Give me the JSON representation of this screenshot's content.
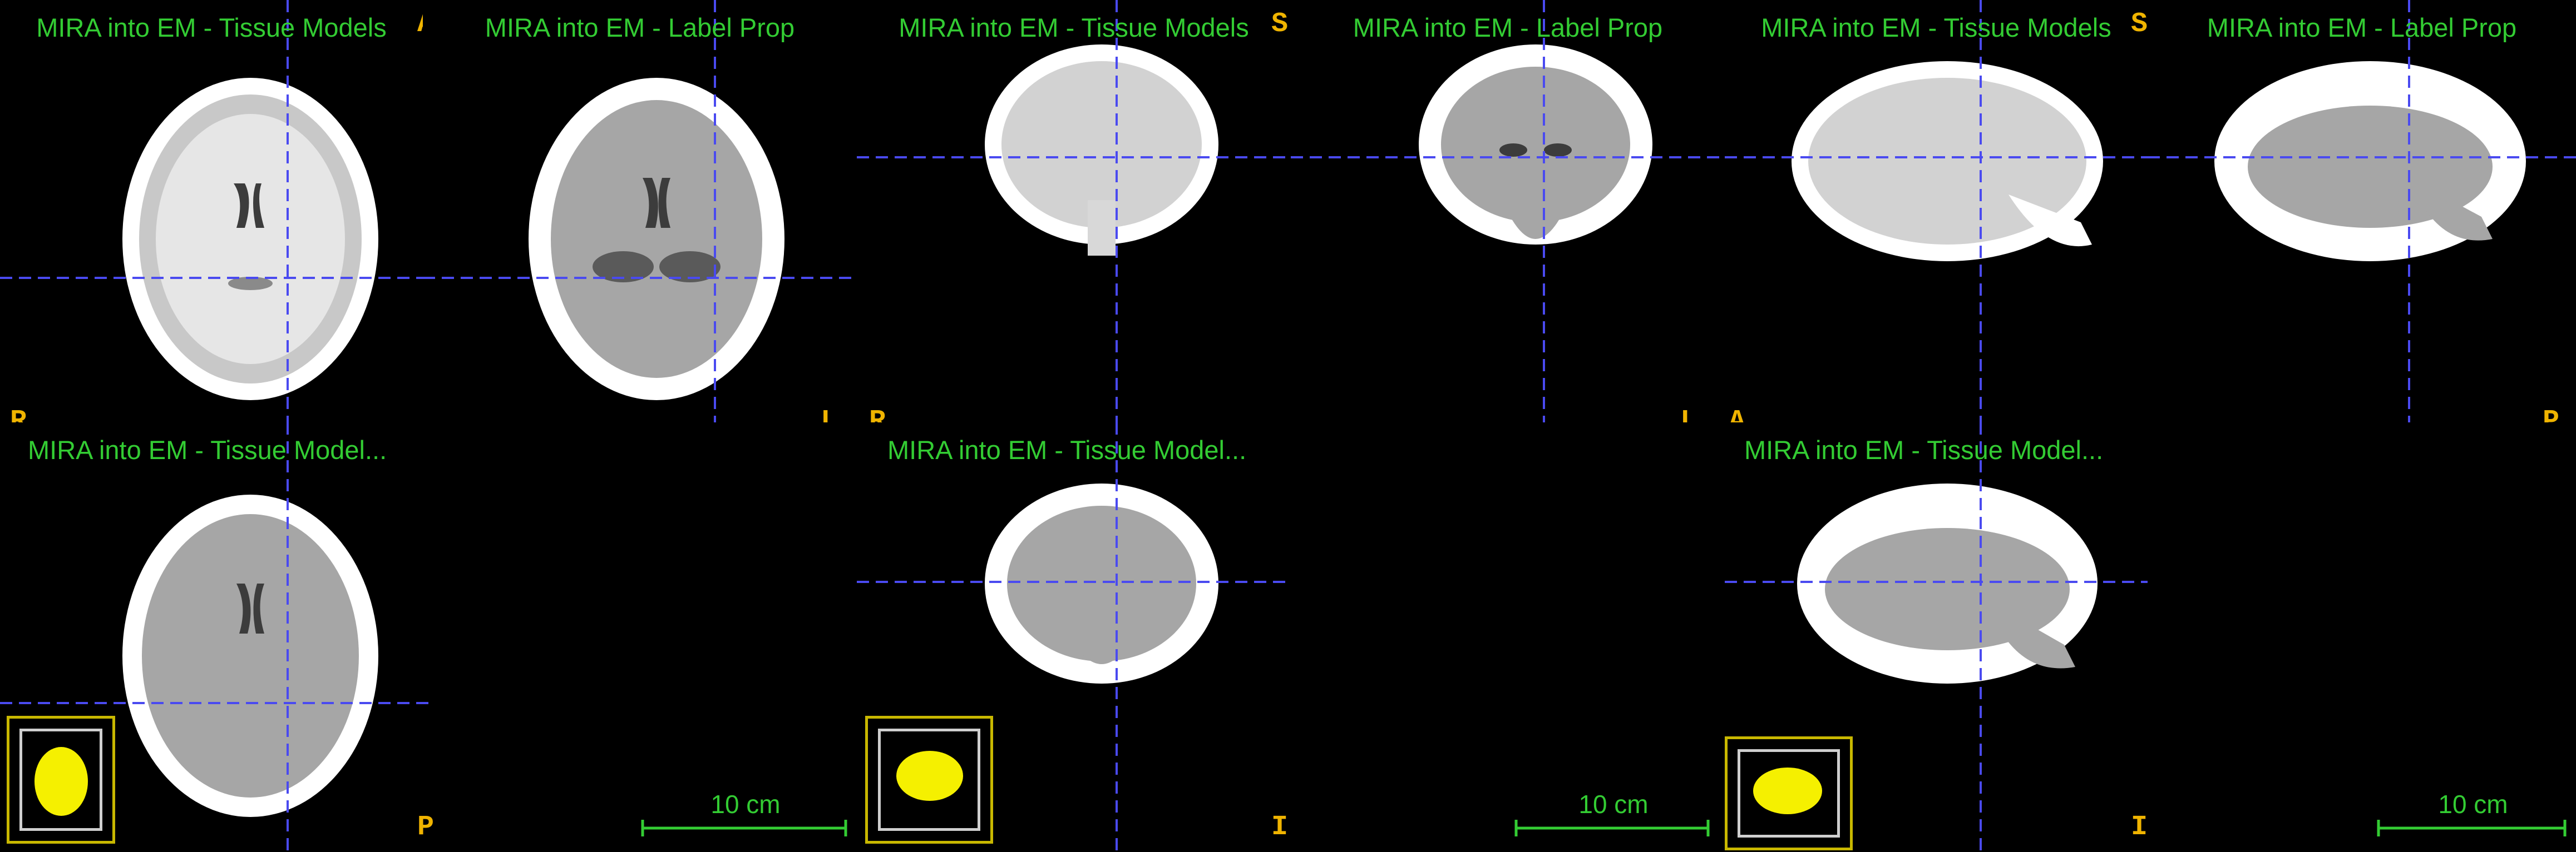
{
  "views": {
    "axial_top": {
      "title": "MIRA into EM - Tissue Models"
    },
    "axial_mid": {
      "title": "MIRA into EM - Label Prop"
    },
    "axial_bot": {
      "title": "MIRA into EM - Tissue Model..."
    },
    "coronal_top": {
      "title": "MIRA into EM - Tissue Models"
    },
    "coronal_mid": {
      "title": "MIRA into EM - Label Prop"
    },
    "coronal_bot": {
      "title": "MIRA into EM - Tissue Model..."
    },
    "sagittal_top": {
      "title": "MIRA into EM - Tissue Models"
    },
    "sagittal_mid": {
      "title": "MIRA into EM - Label Prop"
    },
    "sagittal_bot": {
      "title": "MIRA into EM - Tissue Model..."
    }
  },
  "orientation": {
    "axial": {
      "top": "A",
      "left": "R",
      "right": "L",
      "bottom": "P"
    },
    "coronal": {
      "top": "S",
      "left": "R",
      "right": "L",
      "bottom": "I"
    },
    "sagittal": {
      "top": "S",
      "left": "A",
      "right": "P",
      "bottom": "I"
    }
  },
  "scalebar": {
    "label": "10 cm"
  },
  "colors": {
    "title": "#33cc33",
    "orientation": "#f0b400",
    "crosshair": "#4a4af0",
    "white_matter": "#ffffff",
    "gray_matter": "#a6a6a6",
    "csf": "#3c3c3c",
    "thumbnail_brain": "#f5f000"
  },
  "icons": {
    "crosshair": "crosshair-dashed",
    "thumbnail": "brain-thumbnail"
  }
}
